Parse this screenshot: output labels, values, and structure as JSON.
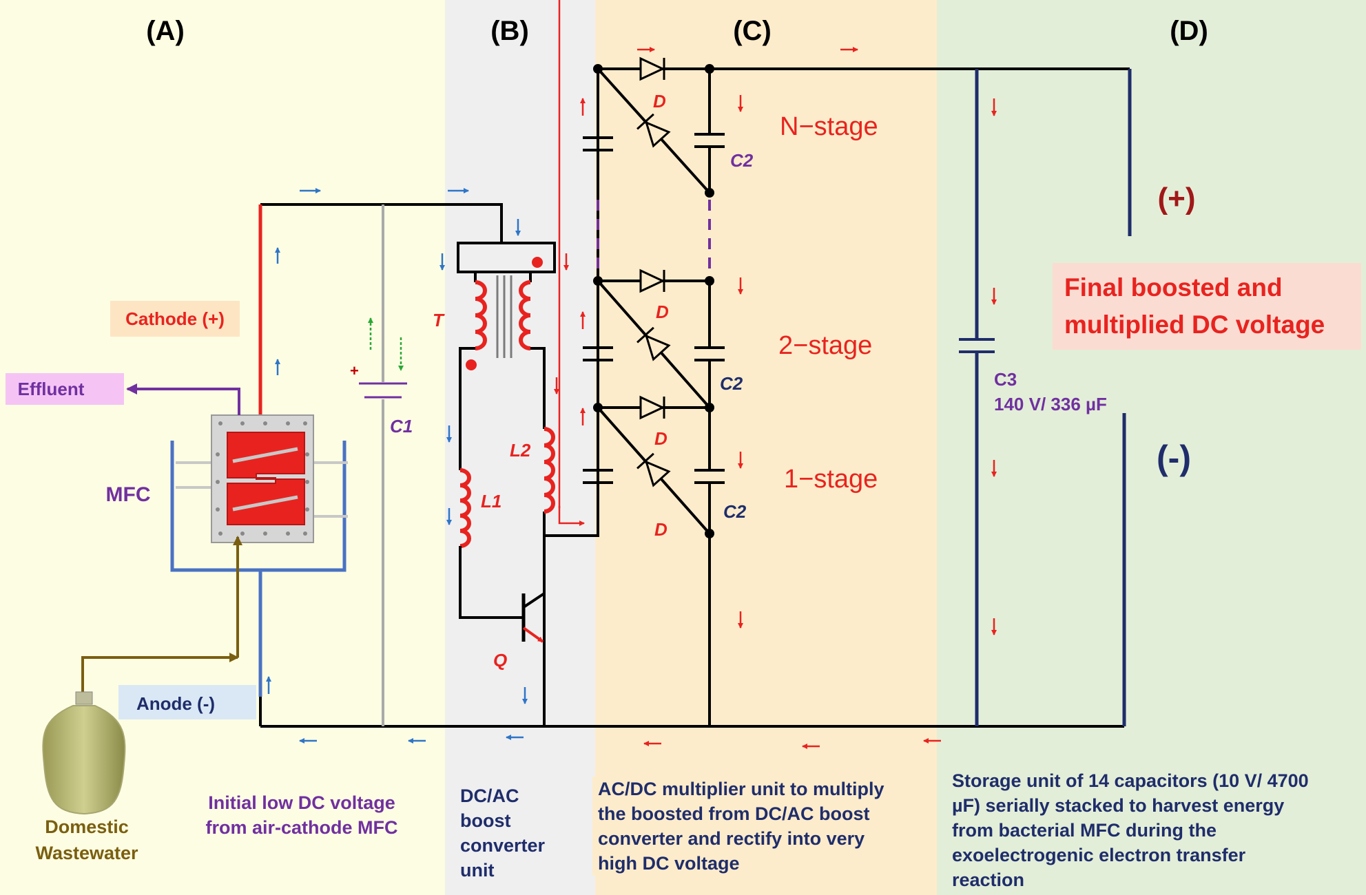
{
  "sections": {
    "a": "(A)",
    "b": "(B)",
    "c": "(C)",
    "d": "(D)"
  },
  "labels": {
    "cathode": "Cathode (+)",
    "anode": "Anode (-)",
    "effluent": "Effluent",
    "mfc": "MFC",
    "wastewater_line1": "Domestic",
    "wastewater_line2": "Wastewater",
    "c1": "C1",
    "c1_plus": "+",
    "t": "T",
    "l1": "L1",
    "l2": "L2",
    "q": "Q",
    "d": "D",
    "c2": "C2",
    "stage_n": "N−stage",
    "stage_2": "2−stage",
    "stage_1": "1−stage",
    "c3": "C3",
    "c3_rating": "140 V/ 336 µF",
    "plus": "(+)",
    "minus": "(-)",
    "final_line1": "Final boosted and",
    "final_line2": "multiplied DC voltage"
  },
  "captions": {
    "a_line1": "Initial low DC voltage",
    "a_line2": "from air-cathode MFC",
    "b_line1": "DC/AC",
    "b_line2": "boost",
    "b_line3": "converter",
    "b_line4": "unit",
    "c_line1": "AC/DC multiplier unit to multiply",
    "c_line2": "the boosted from DC/AC boost",
    "c_line3": "converter and rectify into very",
    "c_line4": "high DC voltage",
    "d_line1": "Storage unit of 14 capacitors (10 V/ 4700",
    "d_line2": "µF) serially stacked to  harvest energy",
    "d_line3": "from bacterial MFC during the",
    "d_line4": "exoelectrogenic electron transfer",
    "d_line5": "reaction"
  },
  "colors": {
    "bg_a": "#fdfde3",
    "bg_b": "#efeff0",
    "bg_c": "#fdeccb",
    "bg_d": "#e3eed8",
    "wire": "#000000",
    "cathode_wire": "#e8231f",
    "mfc_blue": "#4a72c4",
    "wastewater_brown": "#7a5f10",
    "effluent_purple": "#7030a0",
    "component_red": "#e8231f",
    "storage_navy": "#1f2d6b",
    "arrow_blue": "#2e75c7",
    "arrow_red": "#e8231f",
    "arrow_green": "#2aa836"
  }
}
